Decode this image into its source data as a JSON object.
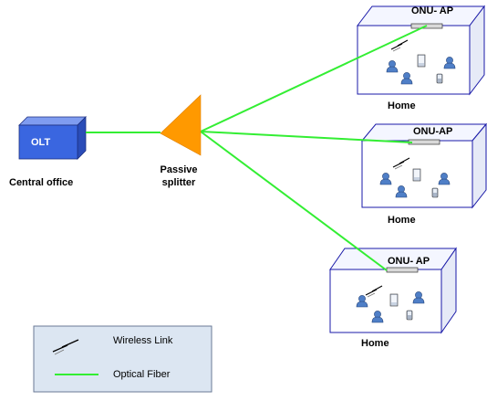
{
  "olt": {
    "label": "OLT",
    "caption": "Central office"
  },
  "splitter": {
    "caption_line1": "Passive",
    "caption_line2": "splitter"
  },
  "homes": [
    {
      "onu_label": "ONU- AP",
      "caption": "Home"
    },
    {
      "onu_label": "ONU-AP",
      "caption": "Home"
    },
    {
      "onu_label": "ONU- AP",
      "caption": "Home"
    }
  ],
  "legend": {
    "wireless": "Wireless Link",
    "fiber": "Optical Fiber"
  },
  "colors": {
    "fiber": "#33ee33",
    "olt_front": "#3a66e0",
    "olt_top": "#7f9cf0",
    "olt_side": "#2a4cb8",
    "splitter": "#ff9900",
    "box_stroke": "#1a1aa8",
    "legend_bg": "#dce6f2",
    "person": "#4f7fc7"
  }
}
